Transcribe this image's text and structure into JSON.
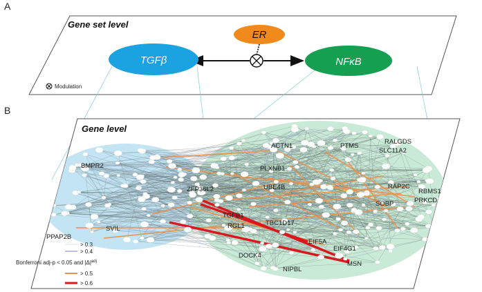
{
  "panels": {
    "a_label": "A",
    "b_label": "B",
    "gene_set_title": "Gene set level",
    "gene_title": "Gene level"
  },
  "gene_set_nodes": {
    "er": "ER",
    "tgfb": "TGFβ",
    "nfkb": "NFκB",
    "modulation_label": "Modulation"
  },
  "colors": {
    "er": "#f08a1c",
    "tgfb": "#1aa3e0",
    "nfkb": "#14a050",
    "tgfb_cloud": "#b7dff1",
    "nfkb_cloud": "#bfe6cf",
    "edge_03": "#d8dfe8",
    "edge_04": "#8f9fbf",
    "edge_05": "#e8924f",
    "edge_06": "#d8191e"
  },
  "genes": [
    "ACTN1",
    "PTMS",
    "RALGDS",
    "SLC11A2",
    "BMPR2",
    "PLXNB1",
    "ZFP36L2",
    "UBE4B",
    "RAP2C",
    "RBMS1",
    "PRKCD",
    "SOBP",
    "TGFB1",
    "RGL1",
    "TBC1D17",
    "SVIL",
    "PPAP2B",
    "EIF5A",
    "EIF4G1",
    "DOCK4",
    "NIPBL",
    "MSN"
  ],
  "legend": {
    "title": "Bonferroni adj-p < 0.05 and |Δ|",
    "title_sup": "adj",
    "items": [
      "> 0.3",
      "> 0.4",
      "> 0.5",
      "> 0.6"
    ]
  }
}
